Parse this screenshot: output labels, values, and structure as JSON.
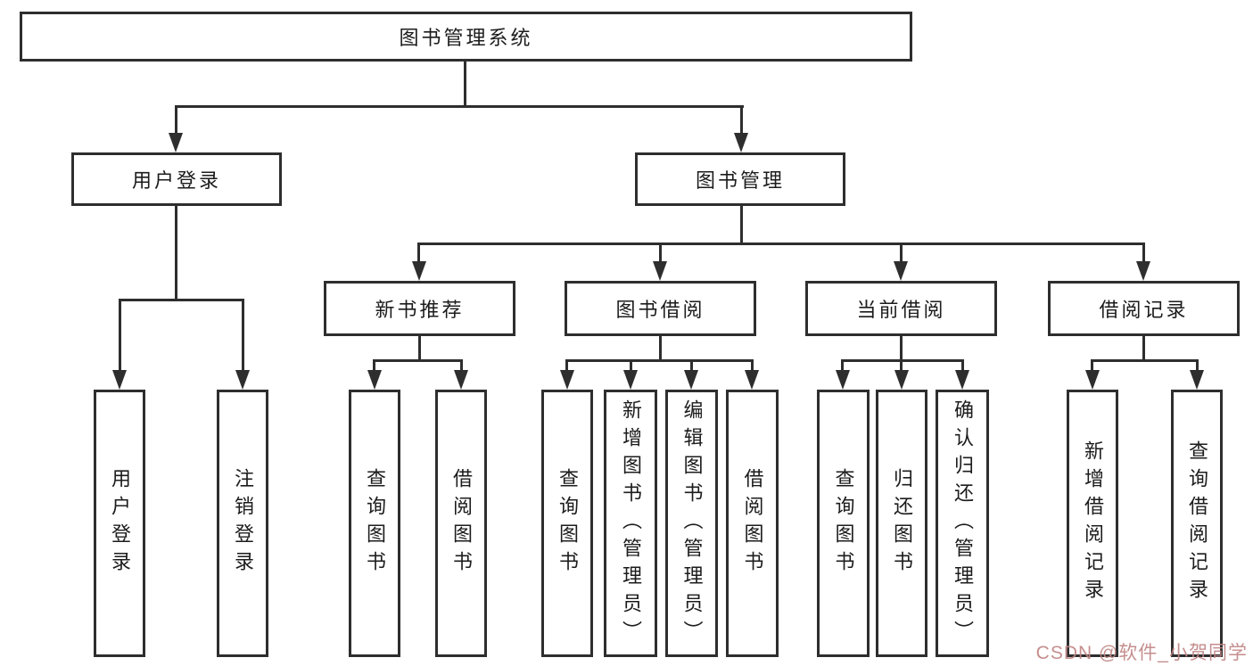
{
  "colors": {
    "background": "#ffffff",
    "line": "#2e2e2e",
    "text": "#1c1c1c",
    "watermark": "#c08484"
  },
  "tree": {
    "root": {
      "label": "图书管理系统"
    },
    "branches": [
      {
        "label": "用户登录",
        "children": [
          {
            "label": "用户登录"
          },
          {
            "label": "注销登录"
          }
        ]
      },
      {
        "label": "图书管理",
        "children": [
          {
            "label": "新书推荐",
            "children": [
              {
                "label": "查询图书"
              },
              {
                "label": "借阅图书"
              }
            ]
          },
          {
            "label": "图书借阅",
            "children": [
              {
                "label": "查询图书"
              },
              {
                "label": "新增图书（管理员）"
              },
              {
                "label": "编辑图书（管理员）"
              },
              {
                "label": "借阅图书"
              }
            ]
          },
          {
            "label": "当前借阅",
            "children": [
              {
                "label": "查询图书"
              },
              {
                "label": "归还图书"
              },
              {
                "label": "确认归还（管理员）"
              }
            ]
          },
          {
            "label": "借阅记录",
            "children": [
              {
                "label": "新增借阅记录"
              },
              {
                "label": "查询借阅记录"
              }
            ]
          }
        ]
      }
    ]
  },
  "watermark": {
    "text": "CSDN @软件_小贺同学"
  }
}
